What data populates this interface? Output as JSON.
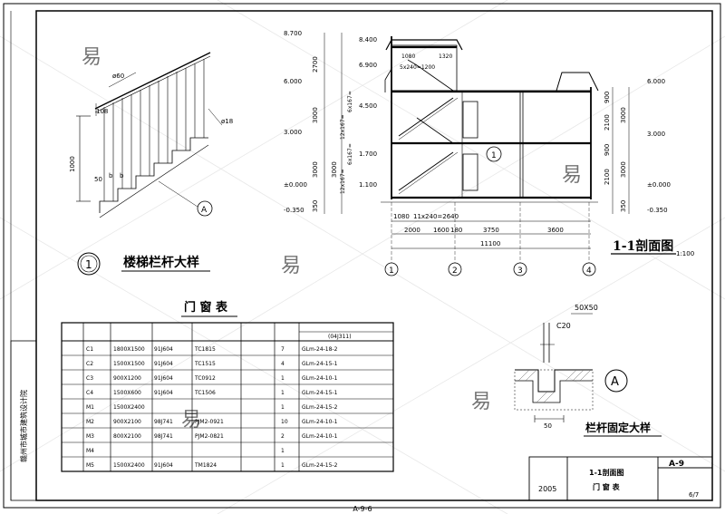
{
  "sheet": {
    "side_label": "赣州市城市建筑设计院",
    "bottom_label": "A-9-6",
    "watermark": "易"
  },
  "railing_detail": {
    "title": "楼梯栏杆大样",
    "marker": "1",
    "dim_handrail": "ø60",
    "dim_baluster": "ø18",
    "dim_height": "1000",
    "dim_top": "108",
    "dim_b1": "50",
    "dim_b2": "b",
    "dim_b3": "b",
    "ref_marker": "A"
  },
  "section": {
    "title": "1-1剖面图",
    "scale": "1:100",
    "marker": "1",
    "left_levels": [
      "8.700",
      "8.400",
      "6.900",
      "6.000",
      "4.500",
      "3.000",
      "1.700",
      "1.100",
      "±0.000",
      "-0.350"
    ],
    "left_dims": [
      "2700",
      "3000",
      "3000",
      "3000",
      "350"
    ],
    "right_levels": [
      "6.000",
      "3.000",
      "±0.000",
      "-0.350"
    ],
    "right_dims": [
      "900",
      "2100",
      "900",
      "2100",
      "3000",
      "3000",
      "350"
    ],
    "stair_notes": [
      "5x240=1200",
      "1080",
      "1320",
      "6x167=",
      "12x167=",
      "6x167=",
      "12x167="
    ],
    "bottom_dims_row1": [
      "1080",
      "11x240=2640"
    ],
    "bottom_dims_row2": [
      "2000",
      "1600",
      "180",
      "3750",
      "3600"
    ],
    "total_dim": "11100",
    "axes": [
      "1",
      "2",
      "3",
      "4"
    ]
  },
  "schedule": {
    "title": "门 窗 表",
    "note_header": "(04J311)",
    "rows": [
      [
        "C1",
        "1800X1500",
        "91J604",
        "TC1815",
        "7",
        "GLm-24-18-2"
      ],
      [
        "C2",
        "1500X1500",
        "91J604",
        "TC1515",
        "4",
        "GLm-24-15-1"
      ],
      [
        "C3",
        "900X1200",
        "91J604",
        "TC0912",
        "1",
        "GLm-24-10-1"
      ],
      [
        "C4",
        "1500X600",
        "91J604",
        "TC1506",
        "1",
        "GLm-24-15-1"
      ],
      [
        "M1",
        "1500X2400",
        "",
        "",
        "1",
        "GLm-24-15-2"
      ],
      [
        "M2",
        "900X2100",
        "98J741",
        "PJM2-0921",
        "10",
        "GLm-24-10-1"
      ],
      [
        "M3",
        "800X2100",
        "98J741",
        "PJM2-0821",
        "2",
        "GLm-24-10-1"
      ],
      [
        "M4",
        "",
        "",
        "",
        "1",
        ""
      ],
      [
        "M5",
        "1500X2400",
        "91J604",
        "TM1824",
        "1",
        "GLm-24-15-2"
      ]
    ]
  },
  "fixing_detail": {
    "title": "栏杆固定大样",
    "dim_square": "50X50",
    "concrete": "C20",
    "dim_bottom": "50",
    "marker": "A"
  },
  "title_block": {
    "year": "2005",
    "drawing_line1": "1-1剖面图",
    "drawing_line2": "门 窗 表",
    "sheet_code": "A-9",
    "page": "6/7"
  }
}
